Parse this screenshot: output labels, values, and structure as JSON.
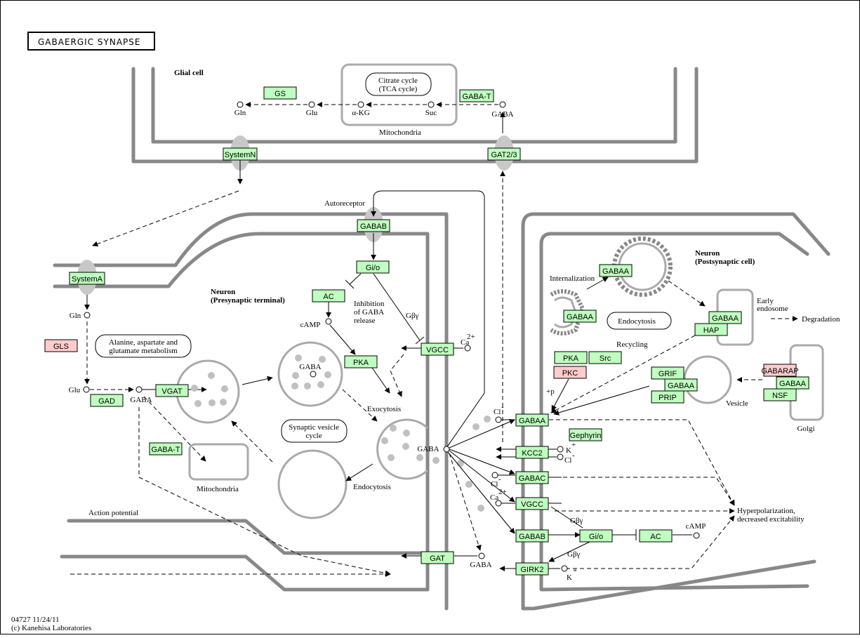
{
  "map_title": "GABAERGIC SYNAPSE",
  "footer": {
    "line1": "04727 11/24/11",
    "line2": "(c) Kanehisa Laboratories"
  },
  "cells": {
    "glial": "Glial cell",
    "presyn_1": "Neuron",
    "presyn_2": "(Presynaptic terminal)",
    "postsyn_1": "Neuron",
    "postsyn_2": "(Postsynaptic cell)"
  },
  "labels": {
    "mito_top": "Mitochondria",
    "mito_pre": "Mitochondria",
    "tca_1": "Citrate cycle",
    "tca_2": "(TCA cycle)",
    "ala_1": "Alanine, aspartate and",
    "ala_2": "glutamate metabolism",
    "svc_1": "Synaptic vesicle",
    "svc_2": "cycle",
    "autoreceptor": "Autoreceptor",
    "inhib_1": "Inhibition",
    "inhib_2": "of GABA",
    "inhib_3": "release",
    "gby_1": "Gβγ",
    "gby_2": "Gβγ",
    "gby_3": "Gβγ",
    "exocytosis": "Exocytosis",
    "endocytosis_pre": "Endocytosis",
    "action_potential": "Action potential",
    "internalization": "Internalization",
    "endocytosis_post": "Endocytosis",
    "recycling": "Recycling",
    "early_1": "Early",
    "early_2": "endosome",
    "degradation": "Degradation",
    "vesicle": "Vesicle",
    "golgi": "Golgi",
    "hyper_1": "Hyperpolarization,",
    "hyper_2": "decreased excitability",
    "plus_p": "+p"
  },
  "compounds": {
    "gln_top": "Gln",
    "glu_top": "Glu",
    "akg": "α-KG",
    "suc": "Suc",
    "gaba_top": "GABA",
    "gln_left": "Gln",
    "glu_left": "Glu",
    "gaba_left": "GABA",
    "camp_pre": "cAMP",
    "ca_pre": "Ca",
    "ca_pre_sup": "2+",
    "gaba_vesicle": "GABA",
    "gaba_cleft": "GABA",
    "gaba_bottom": "GABA",
    "cl_1": "Cl",
    "cl_1_sup": "-",
    "k_1": "K",
    "k_1_sup": "+",
    "cl_2": "Cl",
    "cl_2_sup": "-",
    "cl_3": "Cl",
    "cl_3_sup": "-",
    "ca_post": "Ca",
    "ca_post_sup": "2+",
    "camp_post": "cAMP",
    "k_2": "K",
    "k_2_sup": "+"
  },
  "genes": {
    "gs": "GS",
    "gaba_t_top": "GABA-T",
    "systemn": "SystemN",
    "gat23": "GAT2/3",
    "systema": "SystemA",
    "gls": "GLS",
    "gad": "GAD",
    "vgat": "VGAT",
    "gaba_t_left": "GABA-T",
    "gabab_auto": "GABAB",
    "gio_pre": "Gi/o",
    "ac_pre": "AC",
    "pka_pre": "PKA",
    "vgcc_pre": "VGCC",
    "gat_bottom": "GAT",
    "gabaa_intern": "GABAA",
    "gabaa_endo": "GABAA",
    "gabaa_early": "GABAA",
    "hap": "HAP",
    "pka_post": "PKA",
    "src": "Src",
    "pkc": "PKC",
    "grif": "GRIF",
    "gabaa_ves": "GABAA",
    "prip": "PRIP",
    "gabarap": "GABARAP",
    "gabaa_golgi": "GABAA",
    "nsf": "NSF",
    "gabaa_mem": "GABAA",
    "gephyrin": "Gephyrin",
    "kcc2": "KCC2",
    "gabac": "GABAC",
    "vgcc_post": "VGCC",
    "gabab_post": "GABAB",
    "gio_post": "Gi/o",
    "ac_post": "AC",
    "girk2": "GIRK2"
  }
}
